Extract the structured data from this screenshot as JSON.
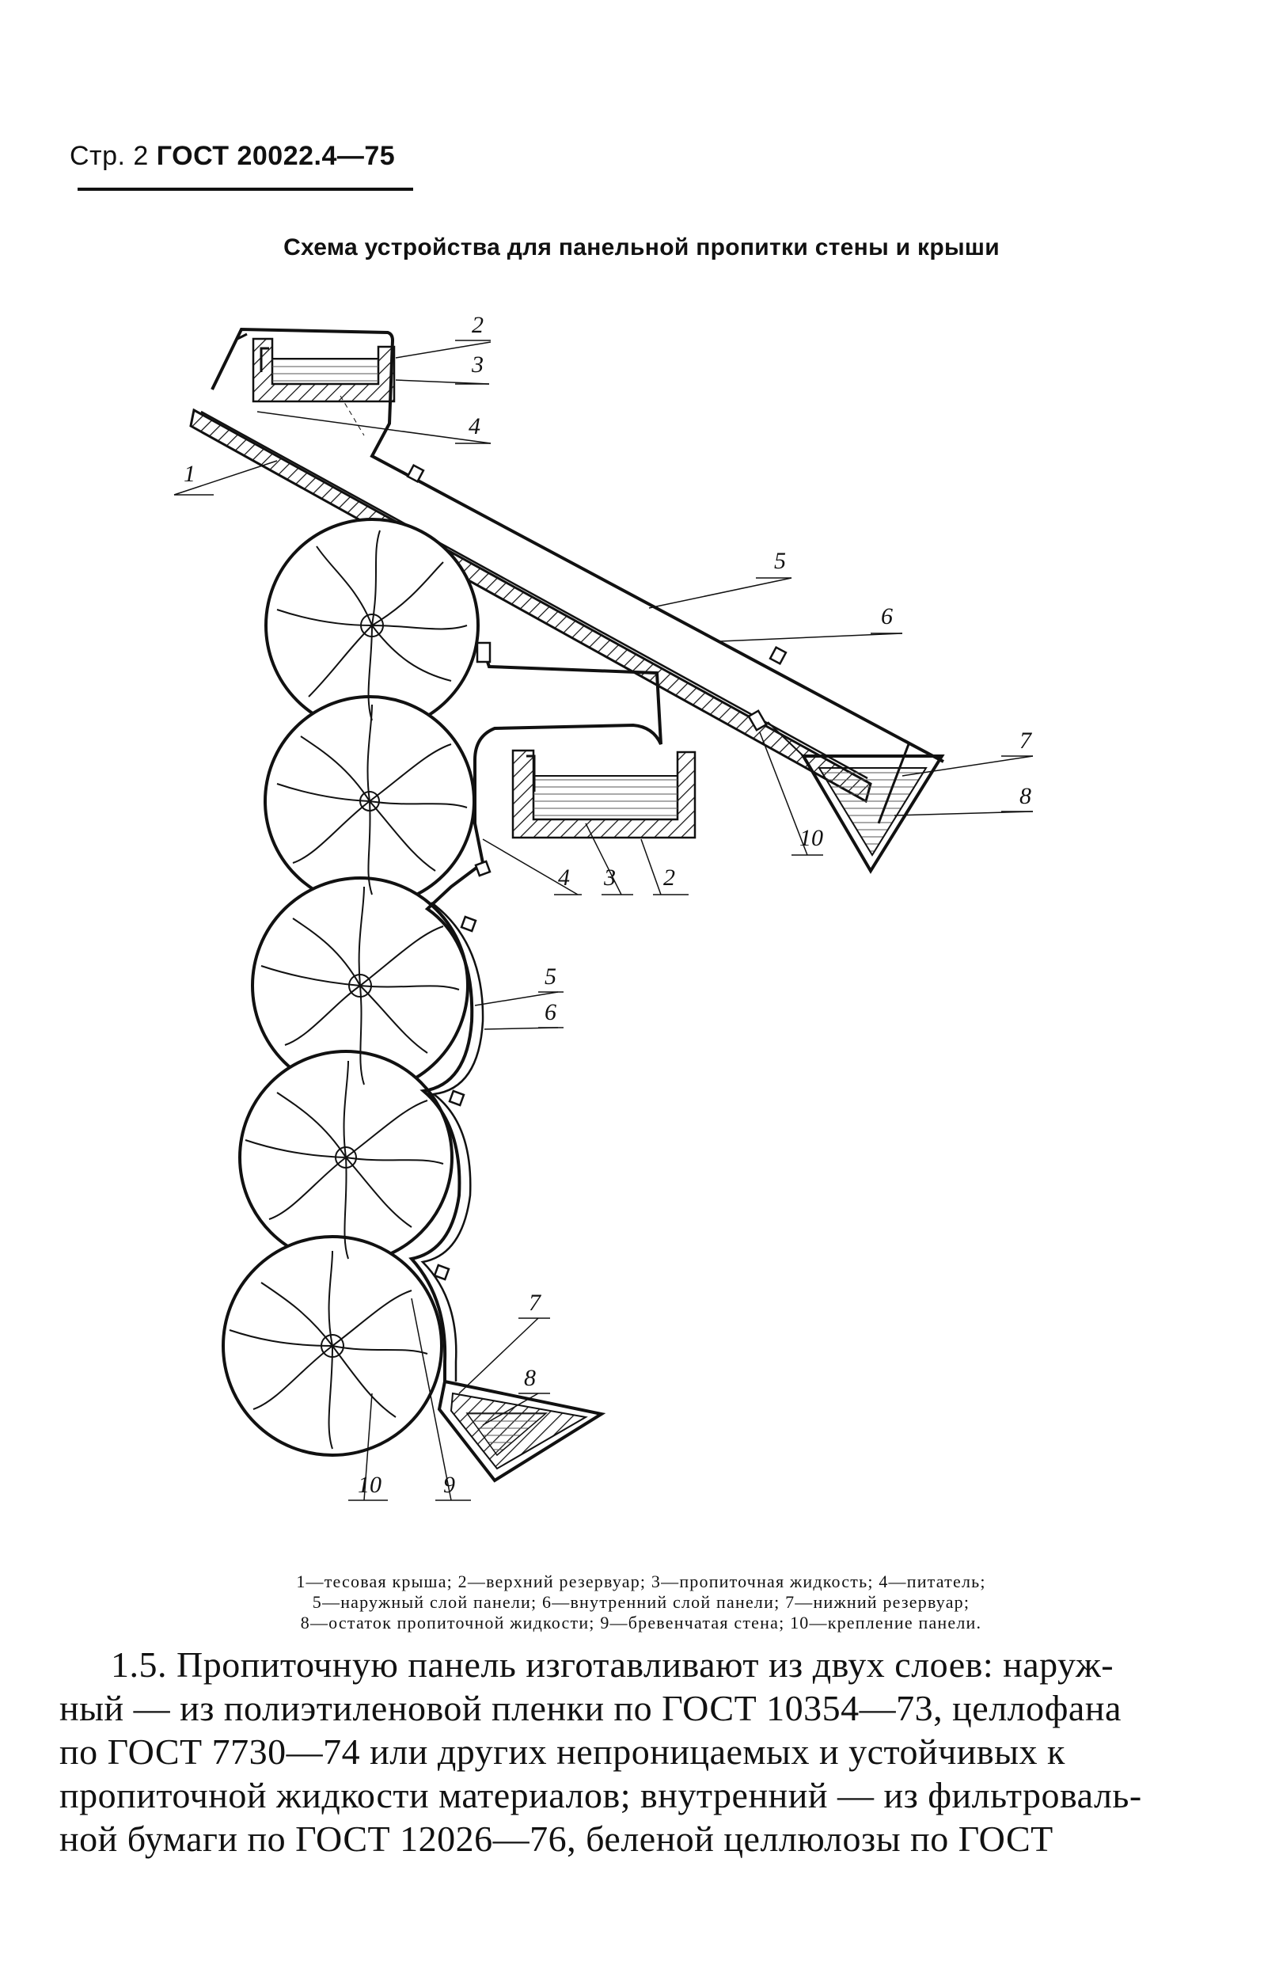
{
  "header": {
    "page": "Стр. 2",
    "code": "ГОСТ 20022.4—75"
  },
  "figure": {
    "title": "Схема устройства для панельной пропитки стены и крыши",
    "labels": {
      "top_2": "2",
      "top_3": "3",
      "top_4": "4",
      "top_1": "1",
      "top_5": "5",
      "top_6": "6",
      "top_7": "7",
      "top_8": "8",
      "top_10": "10",
      "mid_4": "4",
      "mid_3": "3",
      "mid_2": "2",
      "mid_5": "5",
      "mid_6": "6",
      "bot_7": "7",
      "bot_8": "8",
      "bot_10": "10",
      "bot_9": "9"
    },
    "legend_lines": [
      "1—тесовая крыша; 2—верхний резервуар; 3—пропиточная жидкость; 4—питатель;",
      "5—наружный слой панели; 6—внутренний слой панели; 7—нижний резервуар;",
      "8—остаток пропиточной жидкости; 9—бревенчатая стена; 10—крепление панели."
    ]
  },
  "text_lines": [
    "1.5. Пропиточную панель изготавливают из двух слоев: наруж-",
    "ный — из полиэтиленовой пленки по ГОСТ 10354—73, целлофана",
    "по ГОСТ 7730—74 или других непроницаемых и устойчивых к",
    "пропиточной жидкости материалов; внутренний — из фильтроваль-",
    "ной бумаги по ГОСТ 12026—76, беленой целлюлозы по ГОСТ"
  ]
}
